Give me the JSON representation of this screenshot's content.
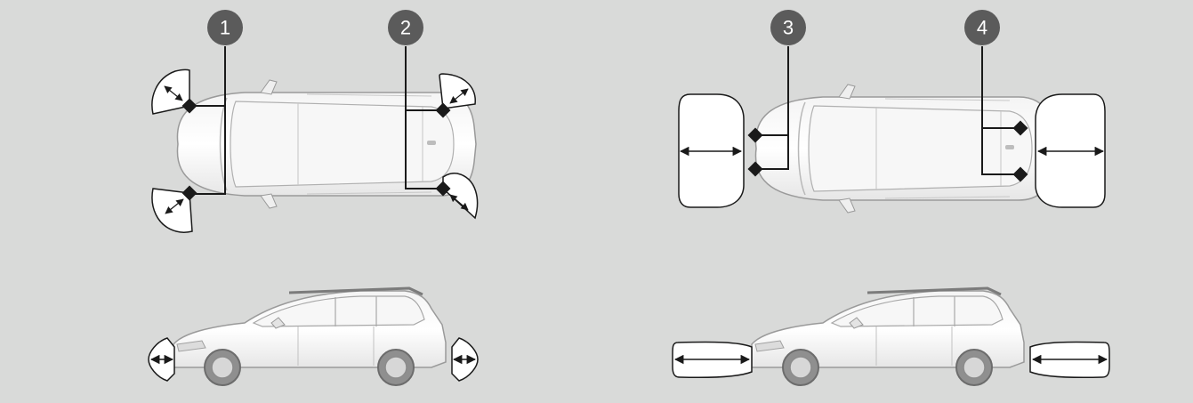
{
  "callouts": [
    {
      "number": "1"
    },
    {
      "number": "2"
    },
    {
      "number": "3"
    },
    {
      "number": "4"
    }
  ],
  "colors": {
    "background": "#d9dad9",
    "callout_fill": "#5b5b5b",
    "line": "#1a1a1a",
    "zone_fill": "#ffffff"
  }
}
